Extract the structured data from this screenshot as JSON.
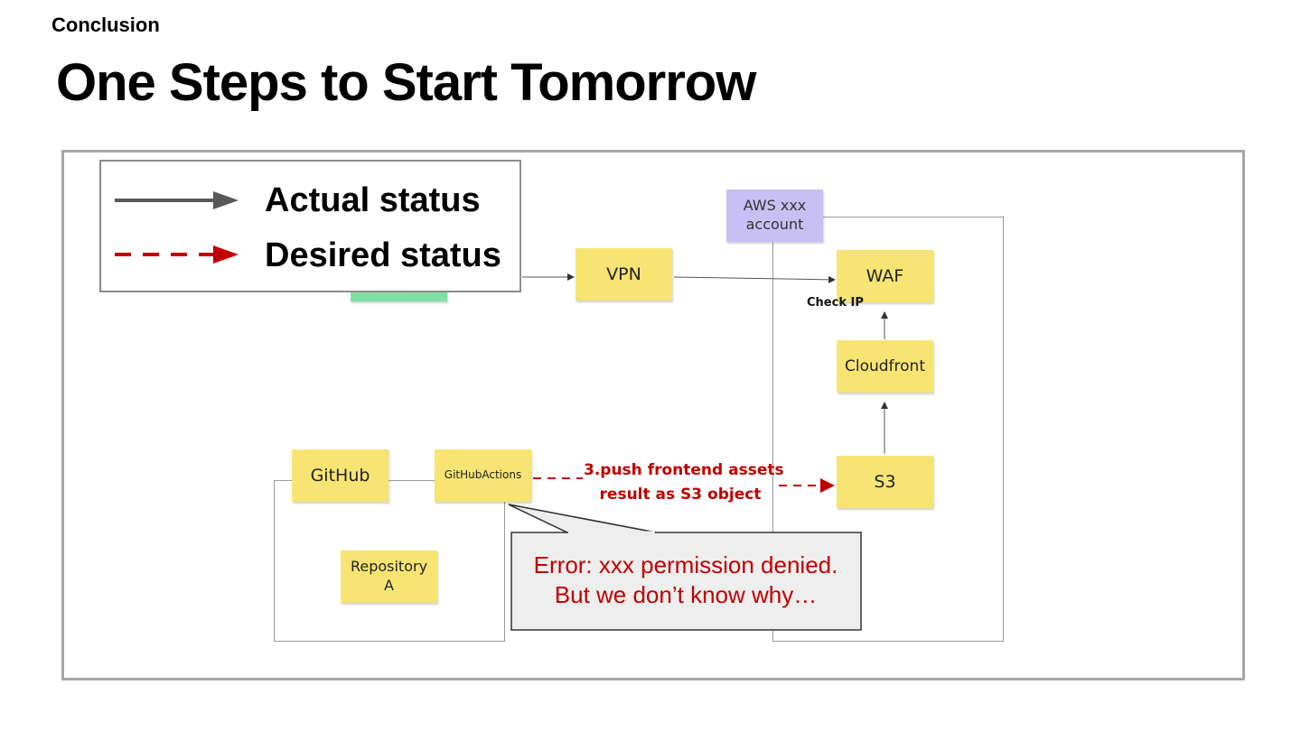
{
  "slide": {
    "section": "Conclusion",
    "title": "One Steps to Start Tomorrow"
  },
  "legend": {
    "actual": "Actual status",
    "desired": "Desired status"
  },
  "nodes": {
    "aws_account": "AWS xxx\naccount",
    "vpn": "VPN",
    "waf": "WAF",
    "check_ip": "Check IP",
    "cloudfront": "Cloudfront",
    "s3": "S3",
    "github": "GitHub",
    "github_actions": "GitHubActions",
    "repository": "Repository\nA"
  },
  "edges": {
    "push_label": "3.push frontend assets\nresult as S3 object"
  },
  "callout": {
    "line1": "Error: xxx permission denied.",
    "line2": "But we don’t know why…"
  },
  "colors": {
    "actual_arrow": "#595959",
    "desired_arrow": "#c00000",
    "sticky": "#f8e473",
    "aws_account": "#c8c0f5",
    "error_text": "#c00000",
    "callout_fill": "#eeeeee"
  }
}
